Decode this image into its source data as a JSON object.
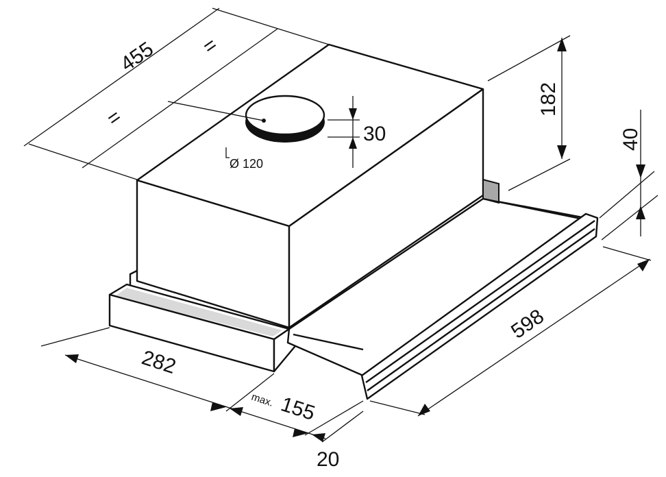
{
  "dimensions": {
    "depth": "455",
    "equal_left": "=",
    "equal_right": "=",
    "duct_height": "30",
    "duct_diameter": "Ø 120",
    "height": "182",
    "drawer_height": "40",
    "width": "598",
    "body_depth": "282",
    "max_prefix": "max.",
    "extension": "155",
    "front_panel": "20"
  },
  "colors": {
    "line": "#111111",
    "shade": "#d9d9d9",
    "dark_shade": "#a8a8a8"
  }
}
